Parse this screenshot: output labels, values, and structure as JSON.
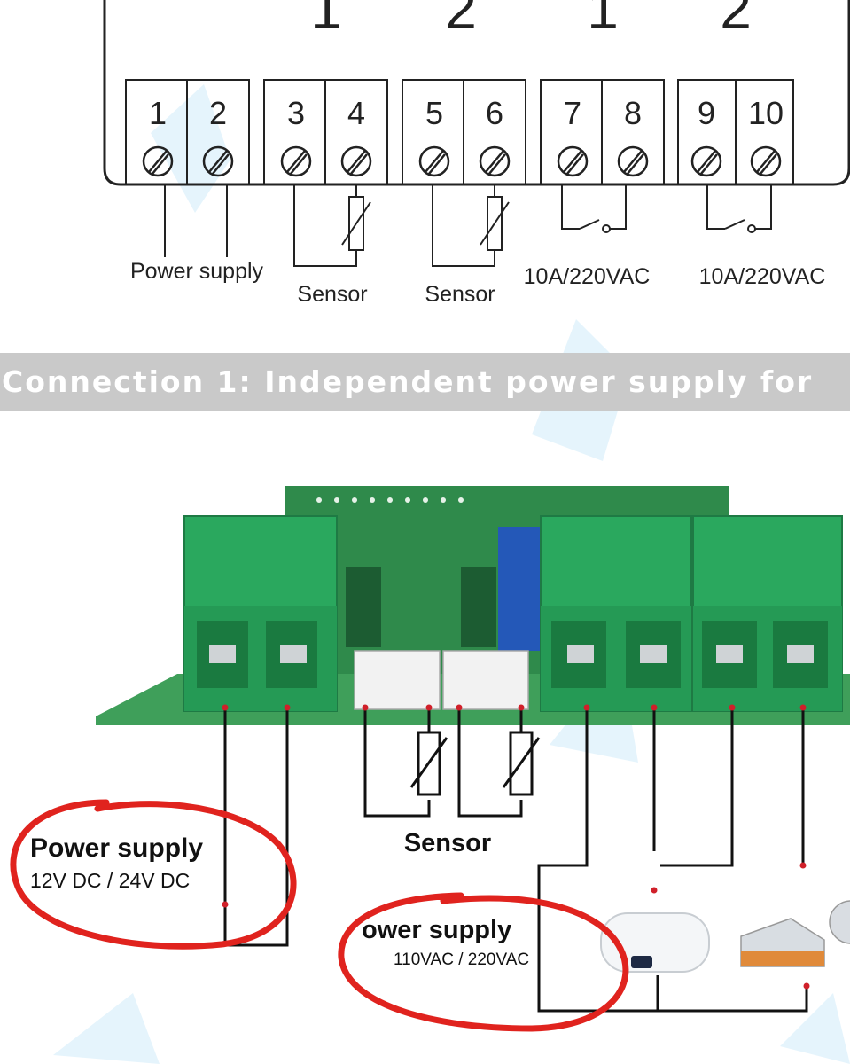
{
  "channel_numbers": [
    "1",
    "2",
    "1",
    "2"
  ],
  "terminals": [
    "1",
    "2",
    "3",
    "4",
    "5",
    "6",
    "7",
    "8",
    "9",
    "10"
  ],
  "schematic_labels": {
    "power_supply": "Power supply",
    "sensor_1": "Sensor",
    "sensor_2": "Sensor",
    "relay_1": "10A/220VAC",
    "relay_2": "10A/220VAC"
  },
  "banner": "Connection 1: Independent power supply for",
  "wiring": {
    "dc_supply_title": "Power supply",
    "dc_supply_voltage": "12V DC / 24V DC",
    "sensor_label": "Sensor",
    "ac_supply_title": "ower supply",
    "ac_supply_voltage": "110VAC / 220VAC"
  },
  "colors": {
    "terminal_green": "#2aa85e",
    "annotation_red": "#e0231e",
    "banner_gray": "#c9c9c9",
    "watermark_blue": "#bfe3f5"
  }
}
